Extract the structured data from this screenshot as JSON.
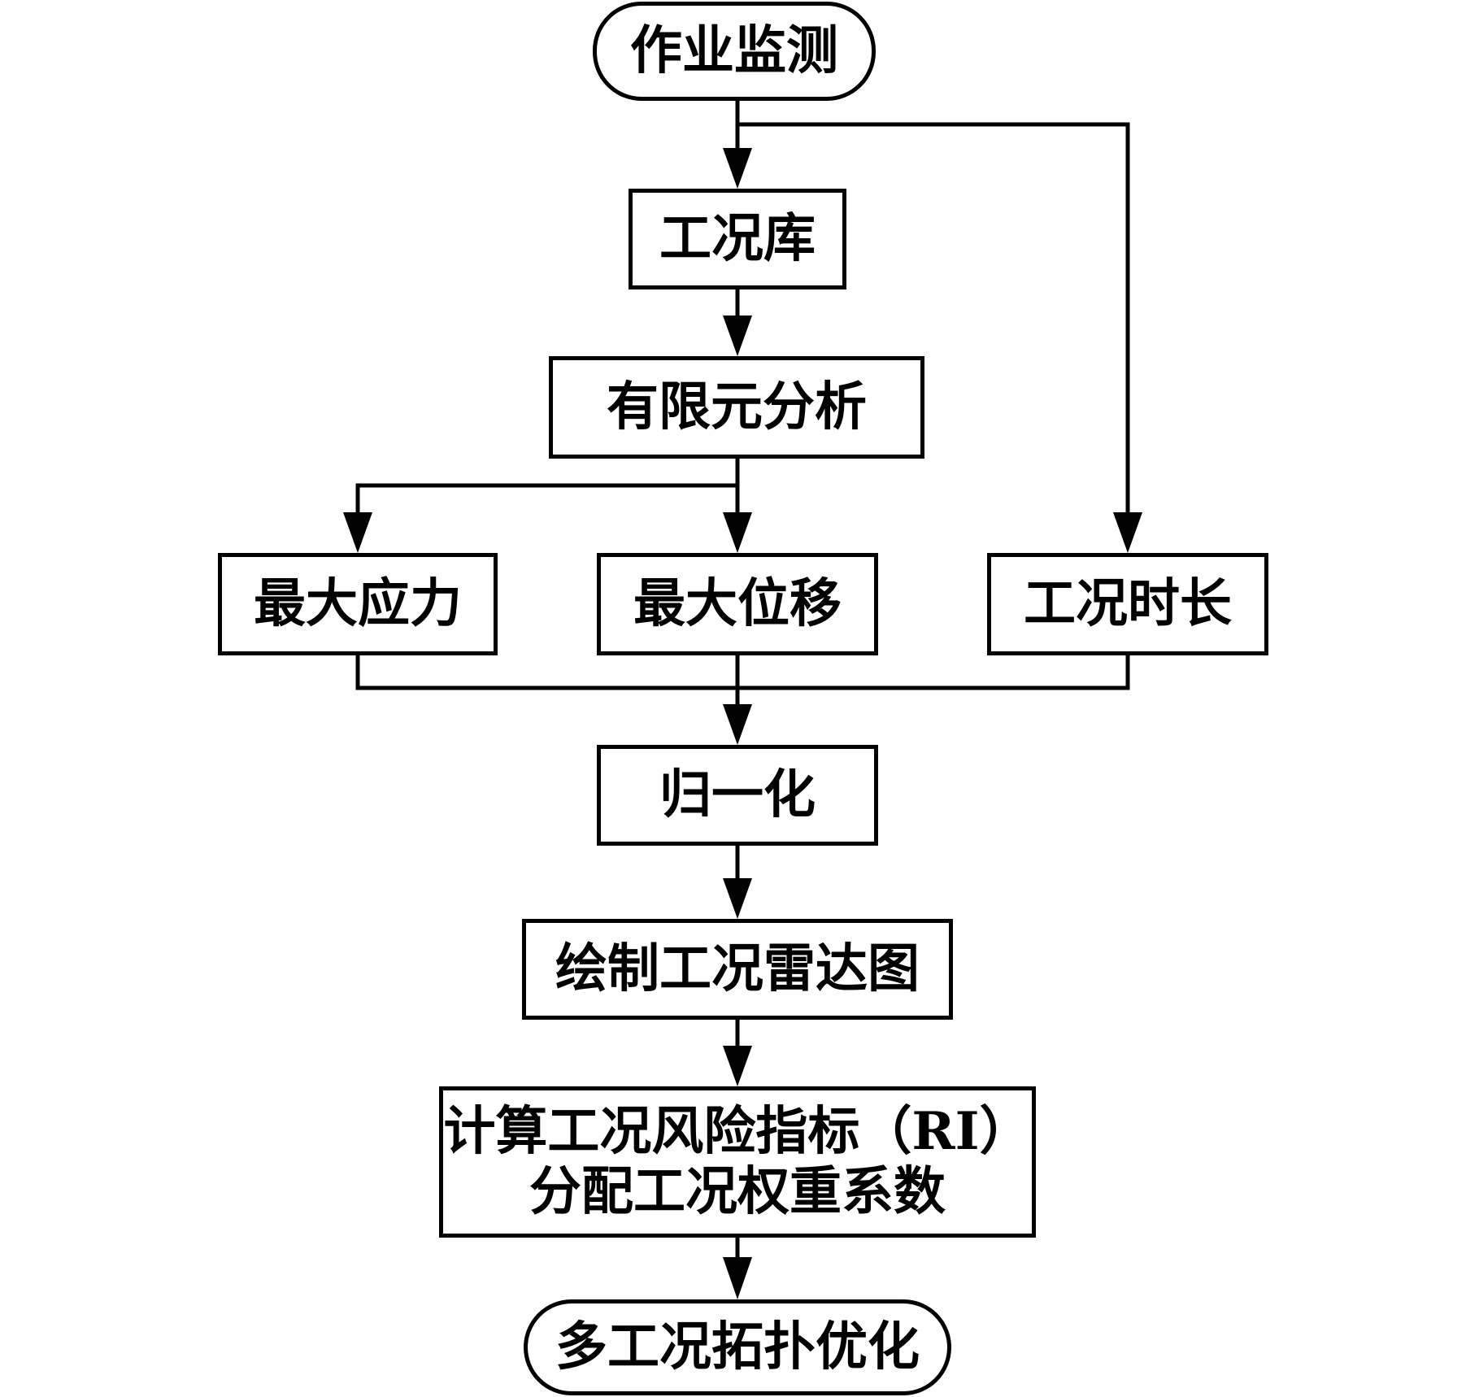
{
  "nodes": {
    "monitor": "作业监测",
    "library": "工况库",
    "fea": "有限元分析",
    "max_stress": "最大应力",
    "max_disp": "最大位移",
    "duration": "工况时长",
    "normalize": "归一化",
    "radar": "绘制工况雷达图",
    "risk_line1": "计算工况风险指标（RI）",
    "risk_line2": "分配工况权重系数",
    "topo": "多工况拓扑优化"
  }
}
